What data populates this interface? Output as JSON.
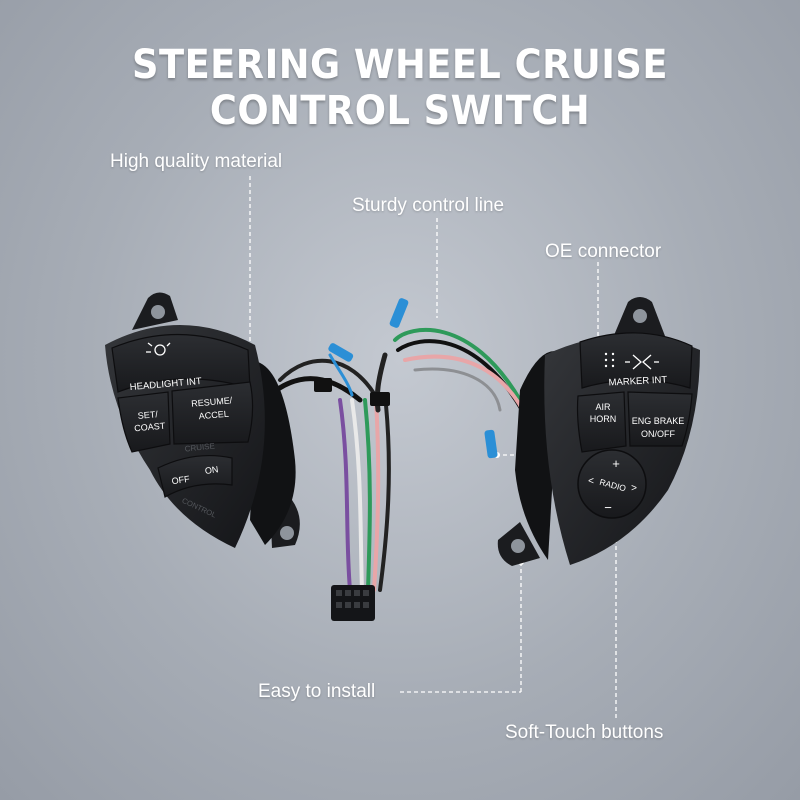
{
  "title": "STEERING WHEEL CRUISE CONTROL SWITCH",
  "callouts": {
    "material": "High quality material",
    "control_line": "Sturdy control line",
    "connector": "OE connector",
    "install": "Easy to install",
    "buttons": "Soft-Touch buttons"
  },
  "left_switch": {
    "headlight": "HEADLIGHT INT",
    "set_line1": "SET/",
    "set_line2": "COAST",
    "resume_line1": "RESUME/",
    "resume_line2": "ACCEL",
    "off": "OFF",
    "on": "ON",
    "cruise": "CRUISE",
    "control": "CONTROL"
  },
  "right_switch": {
    "marker": "MARKER INT",
    "air_line1": "AIR",
    "air_line2": "HORN",
    "eng_line1": "ENG BRAKE",
    "eng_line2": "ON/OFF",
    "plus": "+",
    "minus": "−",
    "radio": "RADIO",
    "left_arrow": "<",
    "right_arrow": ">"
  },
  "colors": {
    "background": "#a7adb6",
    "switch_body": "#1e1f22",
    "text": "#ffffff",
    "wire_green": "#2e9a5a",
    "wire_pink": "#e8a6a8",
    "wire_blue_terminal": "#2b8fd6"
  }
}
